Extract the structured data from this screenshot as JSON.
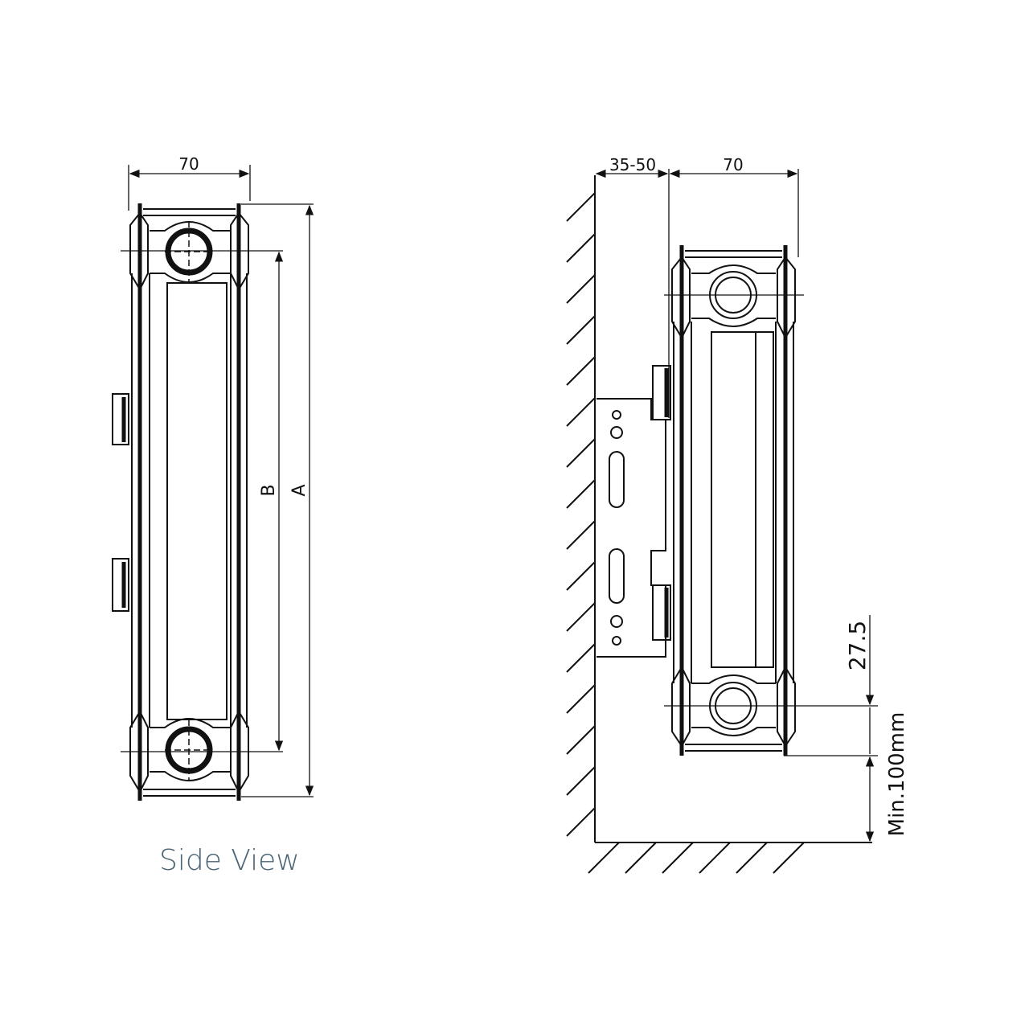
{
  "side_view": {
    "caption": "Side View",
    "width_label": "70",
    "dim_b_label": "B",
    "dim_a_label": "A"
  },
  "installation_view": {
    "wall_gap_label": "35-50",
    "width_label": "70",
    "pipe_offset_label": "27.5",
    "floor_clearance_label": "Min.100mm"
  }
}
